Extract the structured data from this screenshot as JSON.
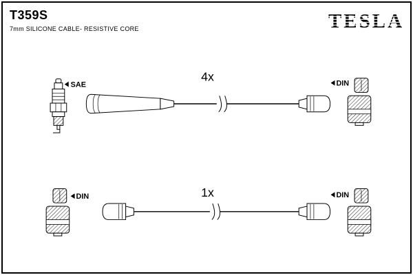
{
  "header": {
    "part_number": "T359S",
    "description": "7mm SILICONE CABLE- RESISTIVE CORE",
    "brand": "TESLA"
  },
  "colors": {
    "ink": "#000000",
    "background": "#ffffff"
  },
  "diagrams": [
    {
      "quantity": "4x",
      "left_label": "SAE",
      "right_label": "DIN"
    },
    {
      "quantity": "1x",
      "left_label": "DIN",
      "right_label": "DIN"
    }
  ]
}
